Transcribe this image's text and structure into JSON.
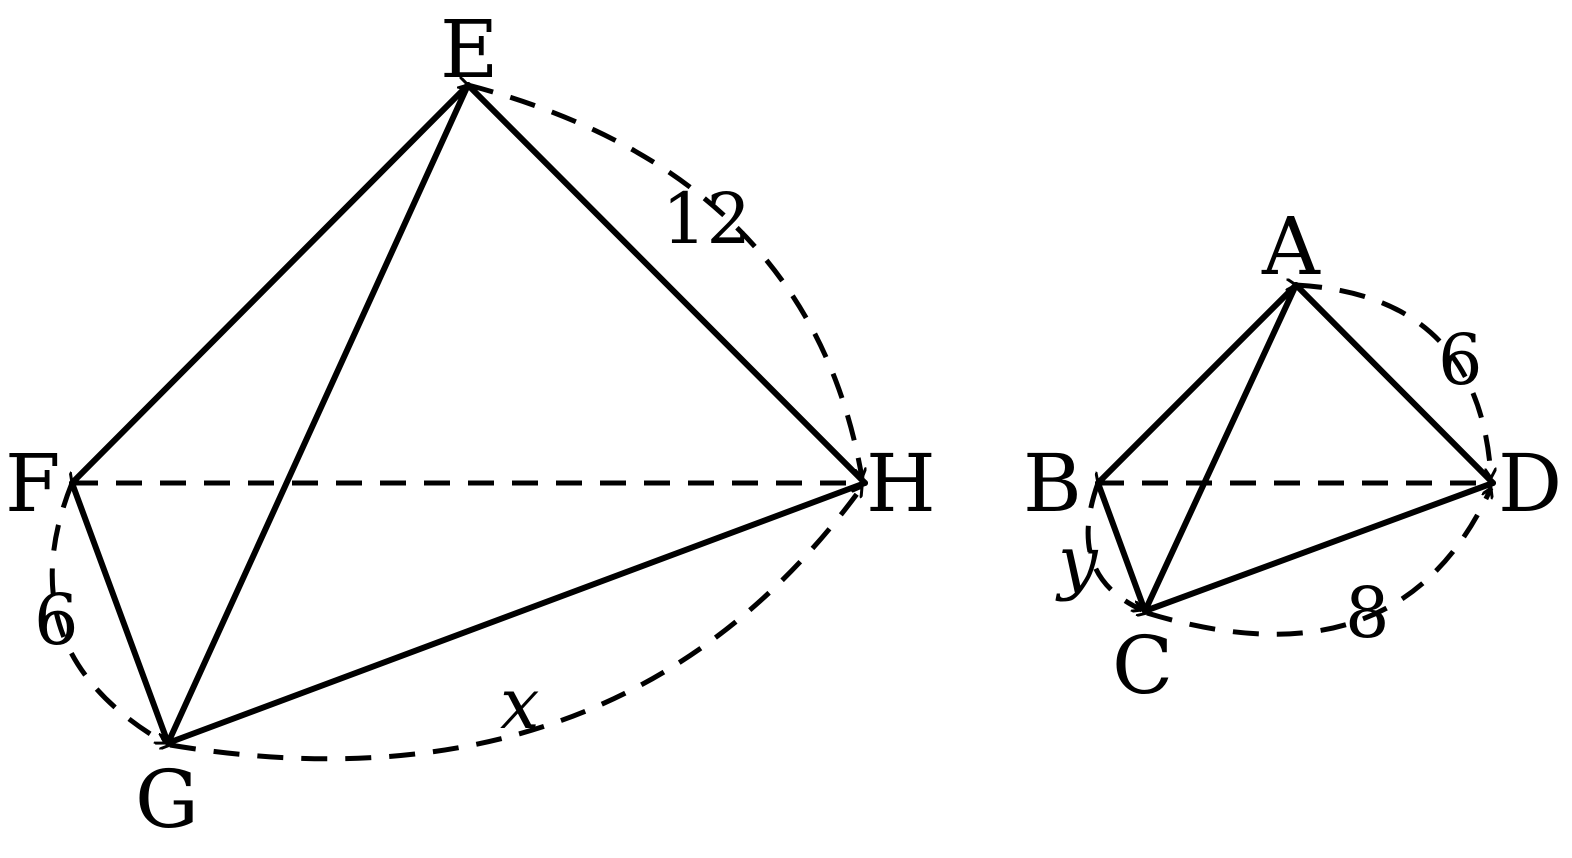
{
  "colors": {
    "stroke": "#000000",
    "background": "#ffffff"
  },
  "shapes": [
    {
      "vertices": {
        "E": "E",
        "F": "F",
        "G": "G",
        "H": "H"
      },
      "measures": {
        "EH": "12",
        "FG": "6",
        "GH": "x"
      }
    },
    {
      "vertices": {
        "A": "A",
        "B": "B",
        "C": "C",
        "D": "D"
      },
      "measures": {
        "AD": "6",
        "BC": "y",
        "CD": "8"
      }
    }
  ]
}
